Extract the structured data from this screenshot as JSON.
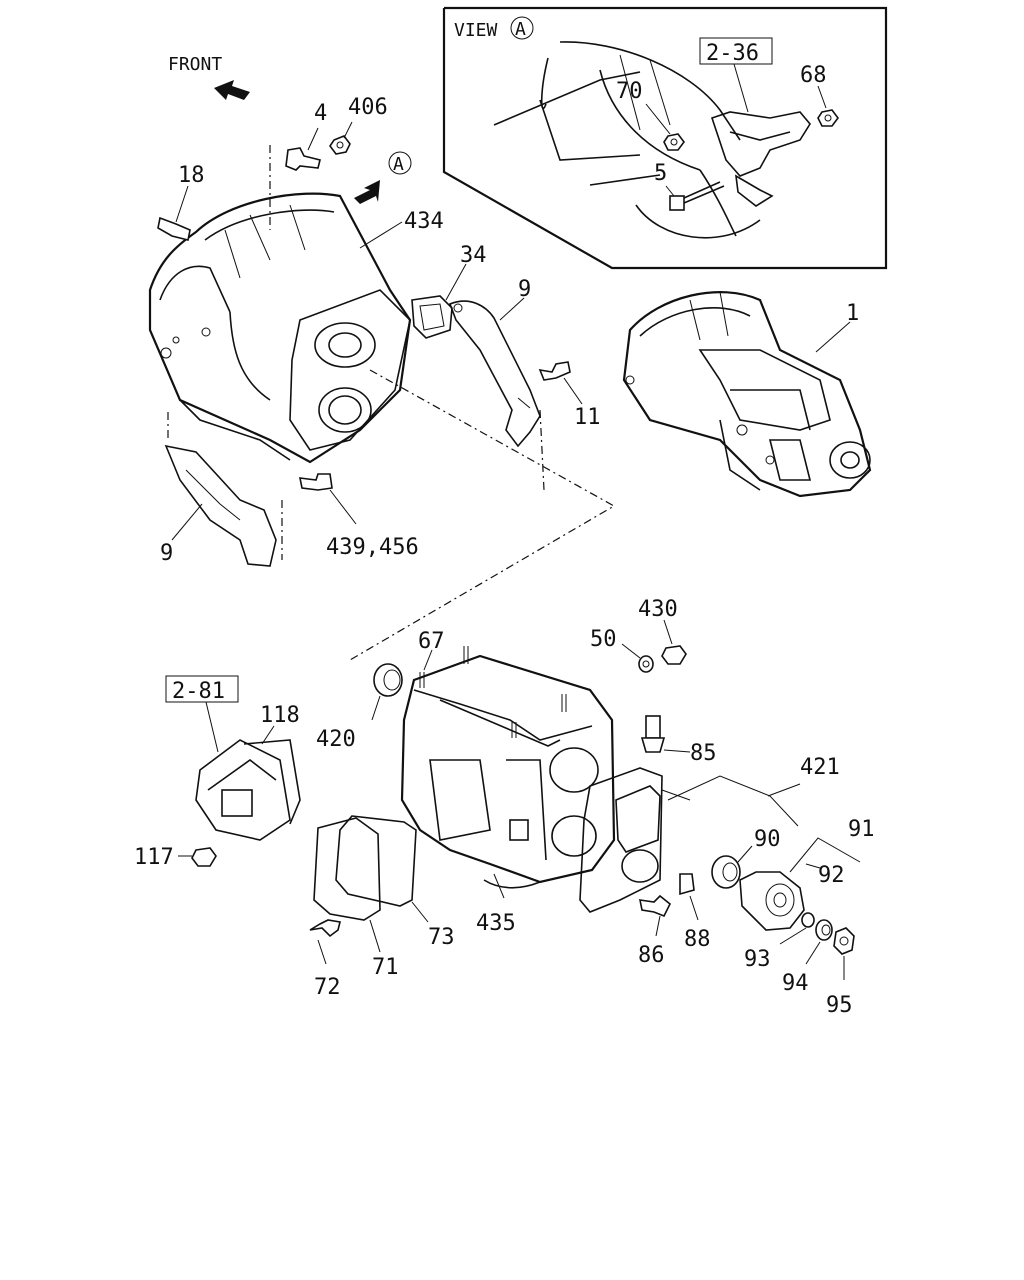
{
  "diagram": {
    "front_label": "FRONT",
    "view_label": "VIEW",
    "view_marker": "A",
    "view_marker_main": "A",
    "ref_boxes": {
      "ref_2_36": "2-36",
      "ref_2_81": "2-81"
    },
    "callouts": {
      "c4": "4",
      "c406": "406",
      "c18": "18",
      "c434": "434",
      "c34": "34",
      "c9_top": "9",
      "c11": "11",
      "c439": "439,456",
      "c9_bot": "9",
      "c1": "1",
      "c70": "70",
      "c68": "68",
      "c5": "5",
      "c67": "67",
      "c430": "430",
      "c50": "50",
      "c420": "420",
      "c118": "118",
      "c117": "117",
      "c85": "85",
      "c421": "421",
      "c90": "90",
      "c91": "91",
      "c92": "92",
      "c73": "73",
      "c435": "435",
      "c88": "88",
      "c86": "86",
      "c93": "93",
      "c94": "94",
      "c95": "95",
      "c71": "71",
      "c72": "72"
    }
  }
}
